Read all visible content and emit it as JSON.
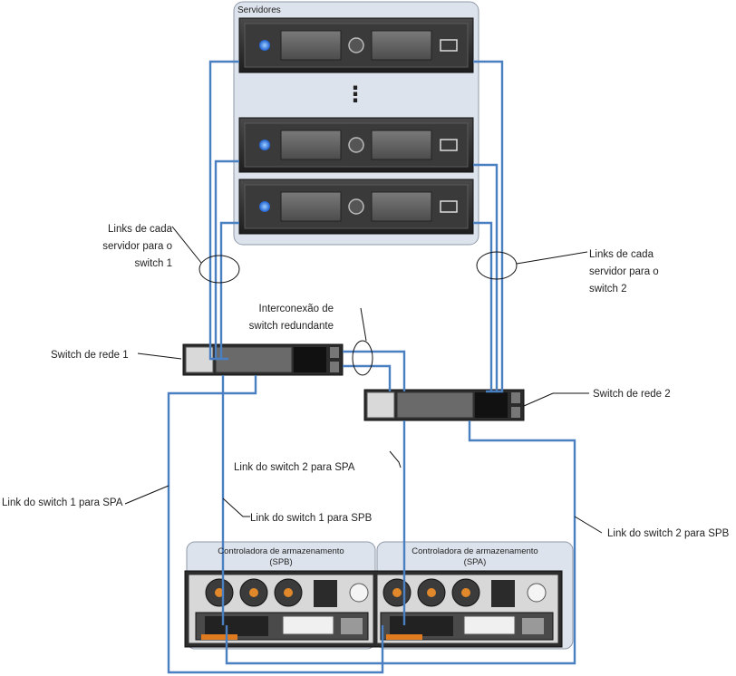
{
  "servers": {
    "title": "Servidores",
    "ellipsis": "⋮"
  },
  "labels": {
    "links_switch1": "Links de cada\nservidor para o\nswitch 1",
    "links_switch2": "Links de cada\nservidor para o\nswitch 2",
    "interconnect": "Interconexão de\nswitch redundante",
    "switch1": "Switch de rede 1",
    "switch2": "Switch de rede 2",
    "sw2_spa": "Link do switch 2 para SPA",
    "sw1_spa": "Link do switch 1 para SPA",
    "sw1_spb": "Link do switch 1 para SPB",
    "sw2_spb": "Link do switch 2 para SPB"
  },
  "controllers": [
    {
      "title": "Controladora de armazenamento",
      "sub": "(SPB)"
    },
    {
      "title": "Controladora de armazenamento",
      "sub": "(SPA)"
    }
  ],
  "colors": {
    "link": "#4a7fc1",
    "panel": "#dde3ec",
    "device": "#2b2b2b"
  }
}
